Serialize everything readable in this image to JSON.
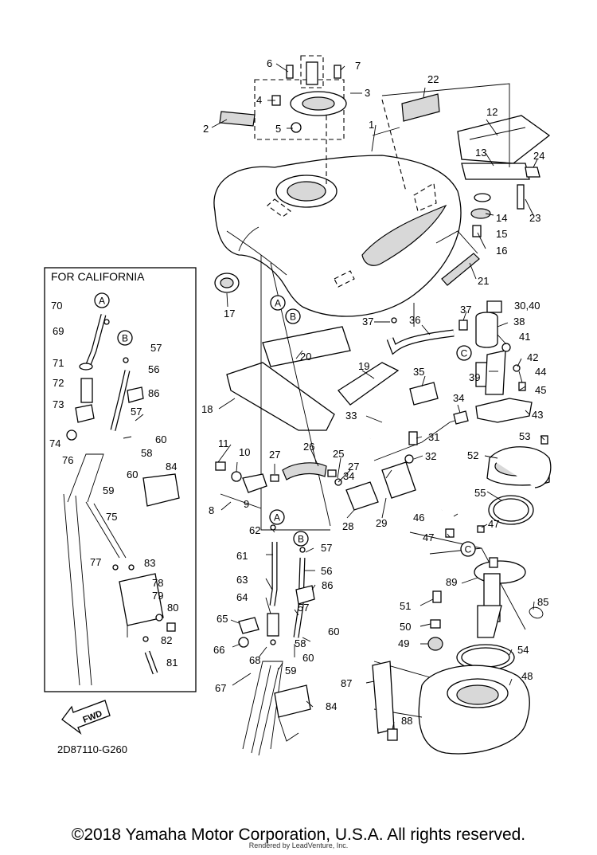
{
  "diagram": {
    "california_label": "FOR CALIFORNIA",
    "fwd_label": "FWD",
    "code": "2D87110-G260",
    "parts": [
      {
        "id": "1",
        "t": "1"
      },
      {
        "id": "2",
        "t": "2"
      },
      {
        "id": "3",
        "t": "3"
      },
      {
        "id": "4",
        "t": "4"
      },
      {
        "id": "5",
        "t": "5"
      },
      {
        "id": "6",
        "t": "6"
      },
      {
        "id": "7",
        "t": "7"
      },
      {
        "id": "8",
        "t": "8"
      },
      {
        "id": "9",
        "t": "9"
      },
      {
        "id": "10",
        "t": "10"
      },
      {
        "id": "11",
        "t": "11"
      },
      {
        "id": "12",
        "t": "12"
      },
      {
        "id": "13",
        "t": "13"
      },
      {
        "id": "14",
        "t": "14"
      },
      {
        "id": "15",
        "t": "15"
      },
      {
        "id": "16",
        "t": "16"
      },
      {
        "id": "17",
        "t": "17"
      },
      {
        "id": "18",
        "t": "18"
      },
      {
        "id": "19",
        "t": "19"
      },
      {
        "id": "20",
        "t": "20"
      },
      {
        "id": "21",
        "t": "21"
      },
      {
        "id": "22",
        "t": "22"
      },
      {
        "id": "23",
        "t": "23"
      },
      {
        "id": "24",
        "t": "24"
      },
      {
        "id": "25",
        "t": "25"
      },
      {
        "id": "26",
        "t": "26"
      },
      {
        "id": "27a",
        "t": "27"
      },
      {
        "id": "27b",
        "t": "27"
      },
      {
        "id": "28",
        "t": "28"
      },
      {
        "id": "29",
        "t": "29"
      },
      {
        "id": "30",
        "t": "30,40"
      },
      {
        "id": "31",
        "t": "31"
      },
      {
        "id": "32",
        "t": "32"
      },
      {
        "id": "33",
        "t": "33"
      },
      {
        "id": "34a",
        "t": "34"
      },
      {
        "id": "34b",
        "t": "34"
      },
      {
        "id": "35",
        "t": "35"
      },
      {
        "id": "36",
        "t": "36"
      },
      {
        "id": "37a",
        "t": "37"
      },
      {
        "id": "37b",
        "t": "37"
      },
      {
        "id": "38",
        "t": "38"
      },
      {
        "id": "39",
        "t": "39"
      },
      {
        "id": "41",
        "t": "41"
      },
      {
        "id": "42",
        "t": "42"
      },
      {
        "id": "43",
        "t": "43"
      },
      {
        "id": "44",
        "t": "44"
      },
      {
        "id": "45",
        "t": "45"
      },
      {
        "id": "46",
        "t": "46"
      },
      {
        "id": "47a",
        "t": "47"
      },
      {
        "id": "47b",
        "t": "47"
      },
      {
        "id": "48",
        "t": "48"
      },
      {
        "id": "49",
        "t": "49"
      },
      {
        "id": "50",
        "t": "50"
      },
      {
        "id": "51",
        "t": "51"
      },
      {
        "id": "52",
        "t": "52"
      },
      {
        "id": "53",
        "t": "53"
      },
      {
        "id": "54",
        "t": "54"
      },
      {
        "id": "55",
        "t": "55"
      },
      {
        "id": "56a",
        "t": "56"
      },
      {
        "id": "56b",
        "t": "56"
      },
      {
        "id": "57a",
        "t": "57"
      },
      {
        "id": "57b",
        "t": "57"
      },
      {
        "id": "57c",
        "t": "57"
      },
      {
        "id": "57d",
        "t": "57"
      },
      {
        "id": "58a",
        "t": "58"
      },
      {
        "id": "58b",
        "t": "58"
      },
      {
        "id": "59a",
        "t": "59"
      },
      {
        "id": "59b",
        "t": "59"
      },
      {
        "id": "60a",
        "t": "60"
      },
      {
        "id": "60b",
        "t": "60"
      },
      {
        "id": "60c",
        "t": "60"
      },
      {
        "id": "60d",
        "t": "60"
      },
      {
        "id": "61",
        "t": "61"
      },
      {
        "id": "62",
        "t": "62"
      },
      {
        "id": "63",
        "t": "63"
      },
      {
        "id": "64",
        "t": "64"
      },
      {
        "id": "65",
        "t": "65"
      },
      {
        "id": "66",
        "t": "66"
      },
      {
        "id": "67",
        "t": "67"
      },
      {
        "id": "68",
        "t": "68"
      },
      {
        "id": "69",
        "t": "69"
      },
      {
        "id": "70",
        "t": "70"
      },
      {
        "id": "71",
        "t": "71"
      },
      {
        "id": "72",
        "t": "72"
      },
      {
        "id": "73",
        "t": "73"
      },
      {
        "id": "74",
        "t": "74"
      },
      {
        "id": "75",
        "t": "75"
      },
      {
        "id": "76",
        "t": "76"
      },
      {
        "id": "77",
        "t": "77"
      },
      {
        "id": "78",
        "t": "78"
      },
      {
        "id": "79",
        "t": "79"
      },
      {
        "id": "80",
        "t": "80"
      },
      {
        "id": "81",
        "t": "81"
      },
      {
        "id": "82",
        "t": "82"
      },
      {
        "id": "83",
        "t": "83"
      },
      {
        "id": "84a",
        "t": "84"
      },
      {
        "id": "84b",
        "t": "84"
      },
      {
        "id": "85",
        "t": "85"
      },
      {
        "id": "86a",
        "t": "86"
      },
      {
        "id": "86b",
        "t": "86"
      },
      {
        "id": "87",
        "t": "87"
      },
      {
        "id": "88",
        "t": "88"
      },
      {
        "id": "89",
        "t": "89"
      }
    ],
    "refs": {
      "a1": "A",
      "b1": "B",
      "a2": "A",
      "b2": "B",
      "a3": "A",
      "b3": "B",
      "c1": "C",
      "c2": "C"
    }
  },
  "footer": {
    "copyright": "©2018 Yamaha Motor Corporation, U.S.A. All rights reserved.",
    "rendered_by": "Rendered by LeadVenture, Inc."
  }
}
